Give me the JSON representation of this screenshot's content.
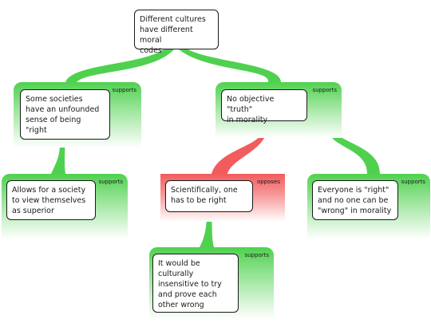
{
  "nodes": {
    "root": {
      "text": "Different cultures\nhave different moral\ncodes"
    },
    "node1": {
      "text": "Some societies\nhave an unfounded\nsense of being\n\"right",
      "relation": "supports"
    },
    "node2": {
      "text": "No objective \"truth\"\nin morality",
      "relation": "supports"
    },
    "node3": {
      "text": "Allows for a society\nto view themselves\nas superior",
      "relation": "supports"
    },
    "node4": {
      "text": "Scientifically, one\nhas to be right",
      "relation": "opposes"
    },
    "node5": {
      "text": "Everyone is \"right\"\nand no one can be\n\"wrong\" in morality",
      "relation": "supports"
    },
    "node6": {
      "text": "It would be\nculturally\ninsensitive to try\nand prove each\nother wrong",
      "relation": "supports"
    }
  },
  "colors": {
    "support": "#4fd14f",
    "oppose": "#f25c5c",
    "border": "#1a1a1a"
  }
}
